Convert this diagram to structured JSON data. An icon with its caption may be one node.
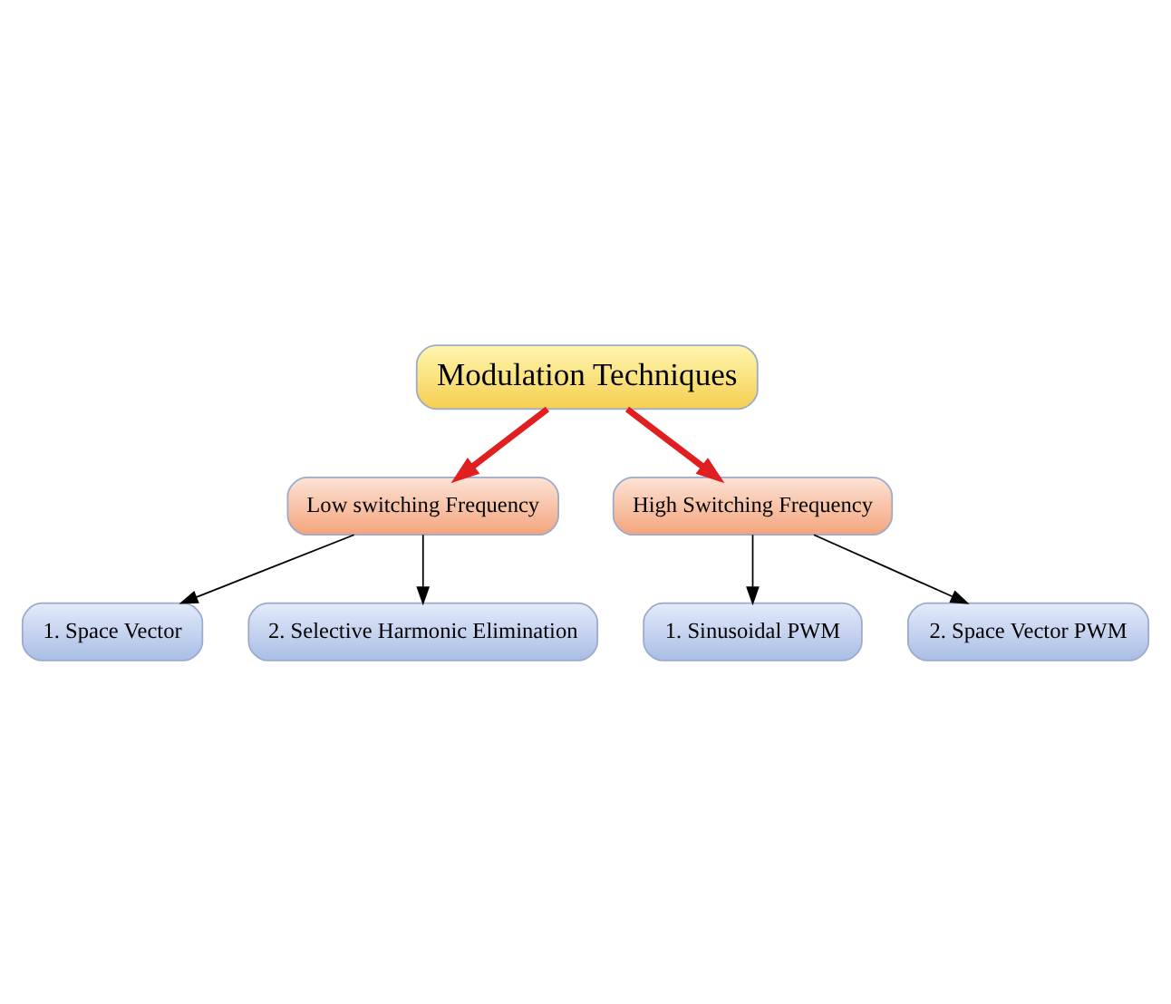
{
  "diagram": {
    "nodes": [
      {
        "text": [
          "Modulation Techniques"
        ]
      },
      {
        "text": [
          "Low switching Frequency"
        ]
      },
      {
        "text": [
          "High Switching Frequency"
        ]
      },
      {
        "text": [
          "1. Space Vector"
        ]
      },
      {
        "text": [
          "2. Selective Harmonic Elimination"
        ]
      },
      {
        "text": [
          "1. Sinusoidal PWM"
        ]
      },
      {
        "text": [
          "2. Space Vector PWM"
        ]
      }
    ],
    "edges": [
      {
        "from": 0,
        "to": 1,
        "arrow": "to",
        "style": "thick",
        "color": "#e02020"
      },
      {
        "from": 0,
        "to": 2,
        "arrow": "to",
        "style": "thick",
        "color": "#e02020"
      },
      {
        "from": 1,
        "to": 3,
        "arrow": "to"
      },
      {
        "from": 1,
        "to": 4,
        "arrow": "to"
      },
      {
        "from": 2,
        "to": 5,
        "arrow": "to"
      },
      {
        "from": 2,
        "to": 6,
        "arrow": "to"
      }
    ]
  }
}
